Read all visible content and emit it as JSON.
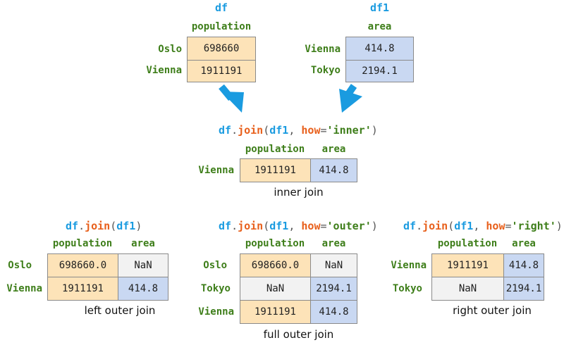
{
  "df": {
    "name": "df",
    "column": "population",
    "rows": [
      {
        "index": "Oslo",
        "population": "698660"
      },
      {
        "index": "Vienna",
        "population": "1911191"
      }
    ]
  },
  "df1": {
    "name": "df1",
    "column": "area",
    "rows": [
      {
        "index": "Vienna",
        "area": "414.8"
      },
      {
        "index": "Tokyo",
        "area": "2194.1"
      }
    ]
  },
  "arrow_color": "#1a9be0",
  "colors": {
    "population": "#fde3b8",
    "area": "#c9d8f2",
    "nan": "#f2f2f2",
    "index": "#3e7e1a",
    "var": "#1a9be0",
    "method": "#e8601c"
  },
  "inner": {
    "code": {
      "obj": "df",
      "dot": ".",
      "method": "join",
      "open": "(",
      "arg": "df1",
      "comma": ", ",
      "kw": "how",
      "eq": "=",
      "val": "'inner'",
      "close": ")"
    },
    "columns": [
      "population",
      "area"
    ],
    "rows": [
      {
        "index": "Vienna",
        "population": "1911191",
        "area": "414.8"
      }
    ],
    "caption": "inner join"
  },
  "left": {
    "code": {
      "obj": "df",
      "dot": ".",
      "method": "join",
      "open": "(",
      "arg": "df1",
      "close": ")"
    },
    "columns": [
      "population",
      "area"
    ],
    "rows": [
      {
        "index": "Oslo",
        "population": "698660.0",
        "area": "NaN"
      },
      {
        "index": "Vienna",
        "population": "1911191",
        "area": "414.8"
      }
    ],
    "caption": "left outer join"
  },
  "outer": {
    "code": {
      "obj": "df",
      "dot": ".",
      "method": "join",
      "open": "(",
      "arg": "df1",
      "comma": ", ",
      "kw": "how",
      "eq": "=",
      "val": "'outer'",
      "close": ")"
    },
    "columns": [
      "population",
      "area"
    ],
    "rows": [
      {
        "index": "Oslo",
        "population": "698660.0",
        "area": "NaN"
      },
      {
        "index": "Tokyo",
        "population": "NaN",
        "area": "2194.1"
      },
      {
        "index": "Vienna",
        "population": "1911191",
        "area": "414.8"
      }
    ],
    "caption": "full outer join"
  },
  "right": {
    "code": {
      "obj": "df",
      "dot": ".",
      "method": "join",
      "open": "(",
      "arg": "df1",
      "comma": ", ",
      "kw": "how",
      "eq": "=",
      "val": "'right'",
      "close": ")"
    },
    "columns": [
      "population",
      "area"
    ],
    "rows": [
      {
        "index": "Vienna",
        "population": "1911191",
        "area": "414.8"
      },
      {
        "index": "Tokyo",
        "population": "NaN",
        "area": "2194.1"
      }
    ],
    "caption": "right outer join"
  }
}
